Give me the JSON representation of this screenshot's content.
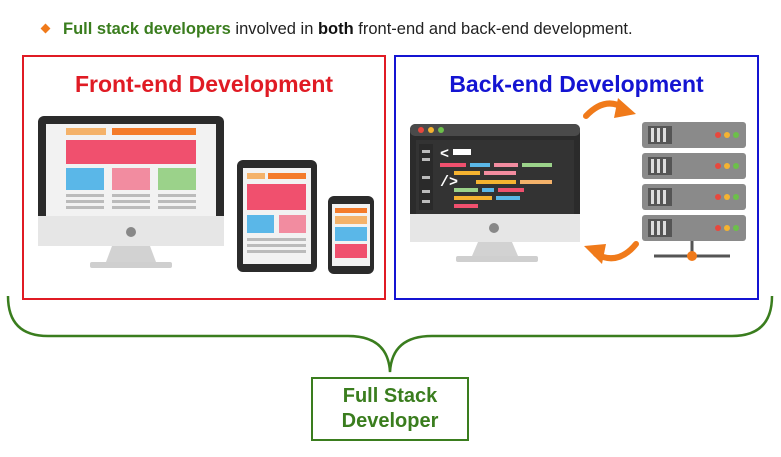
{
  "bullet": {
    "highlight": "Full stack developers",
    "text1": " involved in ",
    "bold": "both",
    "text2": " front-end and back-end development."
  },
  "front_panel": {
    "title": "Front-end Development"
  },
  "back_panel": {
    "title": "Back-end Development"
  },
  "result_box": {
    "line1": "Full Stack",
    "line2": "Developer"
  },
  "code_snippet": {
    "open_tag": "<",
    "close_tag": "/>"
  },
  "colors": {
    "accent_green": "#3a7d1e",
    "front_red": "#e01b24",
    "back_blue": "#1414d2",
    "arrow_orange": "#f07a1a"
  },
  "icons": [
    "desktop-monitor-icon",
    "tablet-icon",
    "smartphone-icon",
    "code-monitor-icon",
    "server-rack-icon",
    "curved-arrow-icon",
    "curly-brace-icon"
  ]
}
